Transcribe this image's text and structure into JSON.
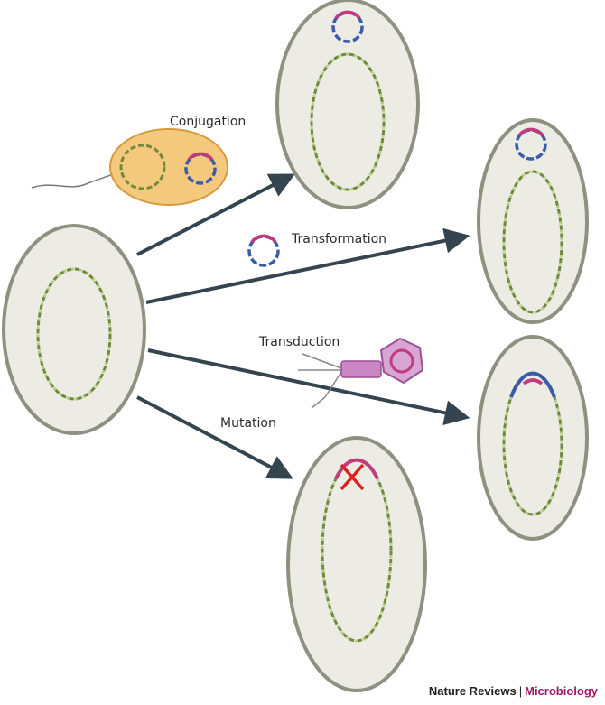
{
  "labels": {
    "conjugation": "Conjugation",
    "transformation": "Transformation",
    "transduction": "Transduction",
    "mutation": "Mutation"
  },
  "credit": {
    "journal": "Nature Reviews",
    "separator": "|",
    "section": "Microbiology"
  },
  "colors": {
    "cell_fill": "#ecece5",
    "cell_stroke": "#8e9180",
    "donor_fill": "#f5c97d",
    "donor_stroke": "#d49b3c",
    "chromosome_green": "#6e8a3a",
    "plasmid_blue": "#3b5aa8",
    "plasmid_magenta": "#c23b7e",
    "phage_fill": "#d8a6d3",
    "arrow": "#34454f",
    "mutation_cross": "#e0201c"
  }
}
